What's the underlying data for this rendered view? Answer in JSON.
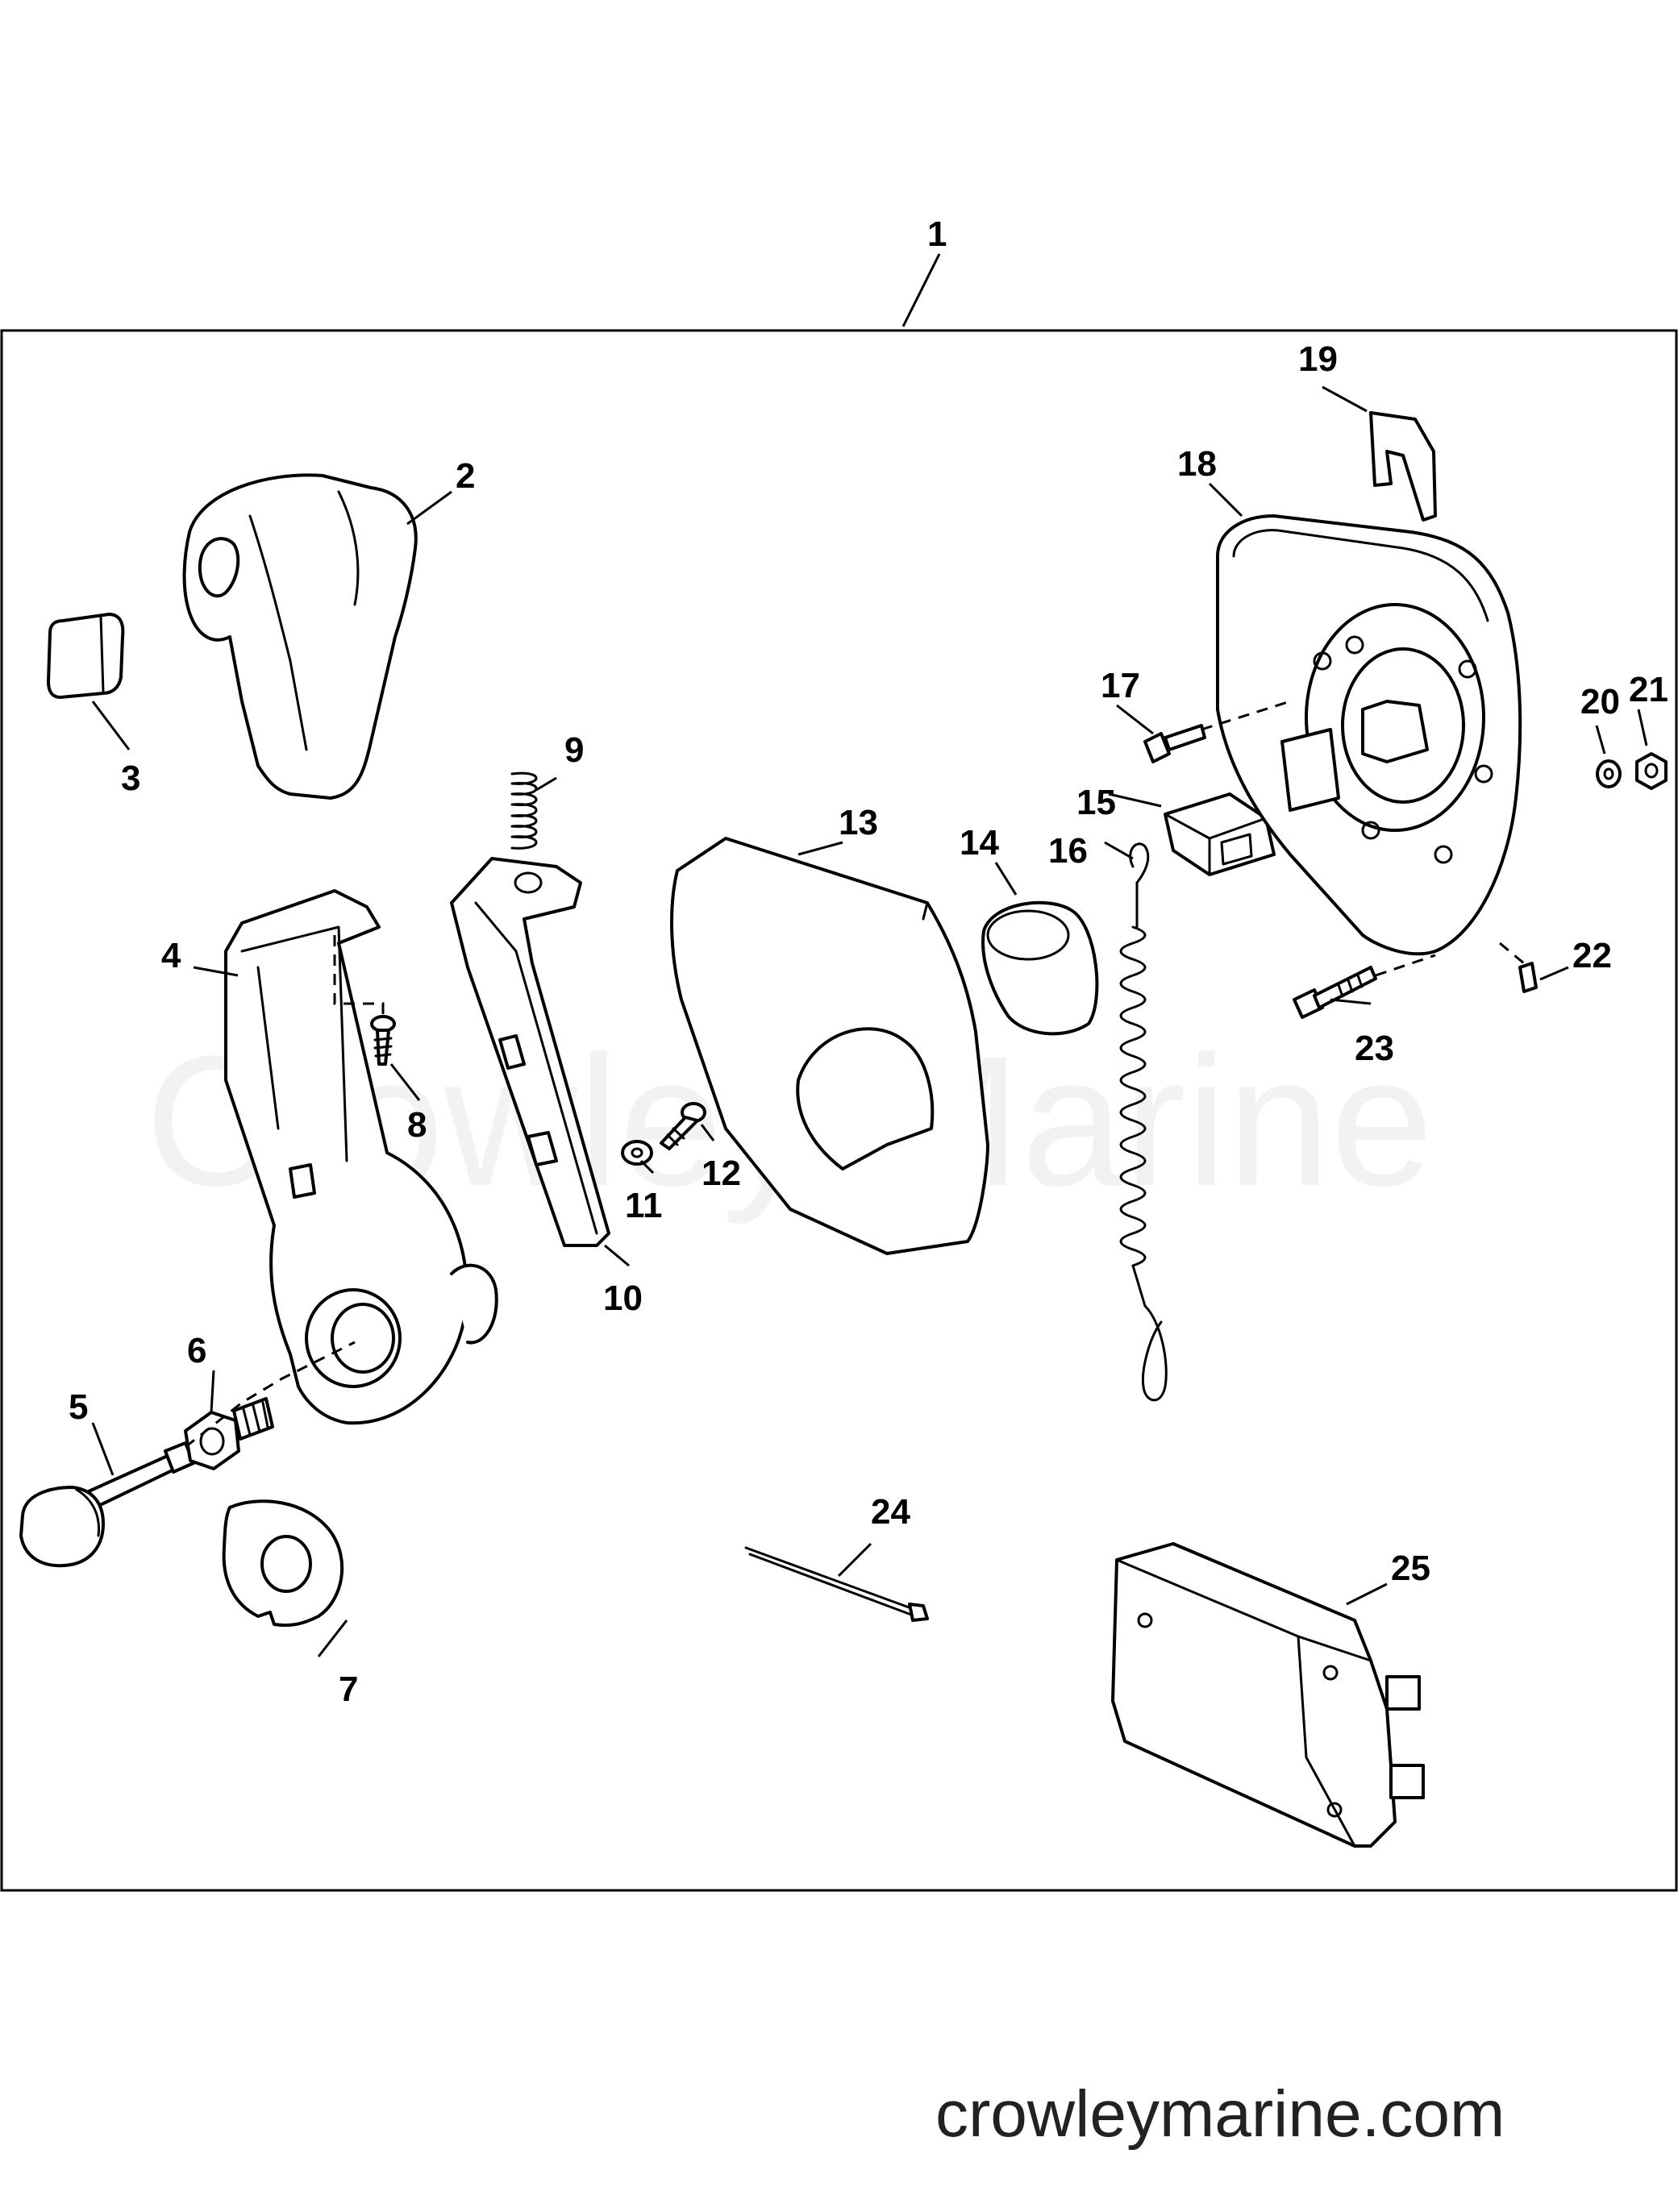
{
  "diagram": {
    "watermark": "Crowley Marine",
    "website": "crowleymarine.com",
    "callouts": [
      "1",
      "2",
      "3",
      "4",
      "5",
      "6",
      "7",
      "8",
      "9",
      "10",
      "11",
      "12",
      "13",
      "14",
      "15",
      "16",
      "17",
      "18",
      "19",
      "20",
      "21",
      "22",
      "23",
      "24",
      "25"
    ]
  }
}
